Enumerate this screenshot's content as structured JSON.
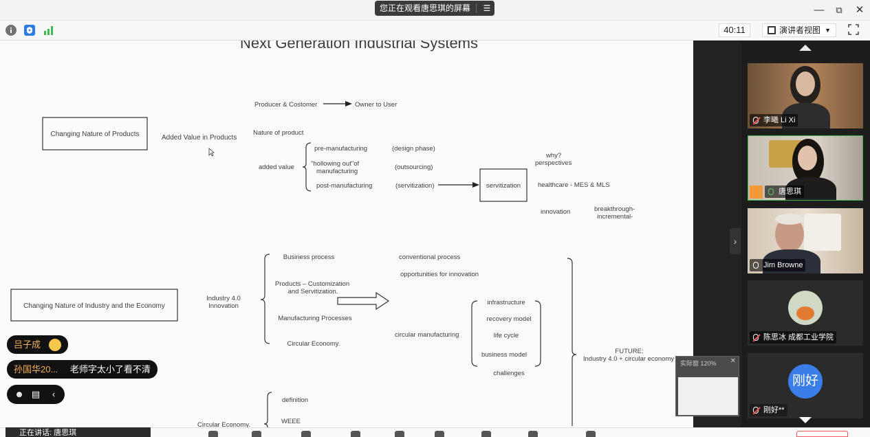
{
  "titlebar": {
    "share_banner": "您正在观看唐思琪的屏幕",
    "menu_icon": "menu-lines-icon",
    "minimize": "—",
    "restore": "⧉",
    "close": "✕"
  },
  "toolbar": {
    "timer": "40:11",
    "view_mode": "演讲者视图",
    "colors": {
      "info": "#707070",
      "shield": "#2f7be5",
      "signal": "#3dbb4e"
    }
  },
  "slide": {
    "title": "Next Generation Industrial Systems",
    "products_box": "Changing Nature of Products",
    "added_value_products": "Added Value in Products",
    "producer_customer": "Producer & Costomer",
    "owner_to_user": "Owner to User",
    "nature_of_product": "Nature of product",
    "added_value": "added value",
    "pre_manufacturing": "pre-manufacturing",
    "hollowing_out_1": "\"hollowing out\"of",
    "hollowing_out_2": "manufacturing",
    "post_manufacturing": "post-manufacturing",
    "design_phase": "(design phase)",
    "outsourcing": "(outsourcing)",
    "servitization_paren": "(servitization)",
    "servitization_box": "servitization",
    "why": "why?",
    "perspectives": "perspectives",
    "healthcare": "healthcare - MES & MLS",
    "innovation": "innovation",
    "breakthrough": "breakthrough-",
    "incremental": "incremental-",
    "industry_box": "Changing Nature of Industry and the Economy",
    "industry40": "Industry 4.0",
    "innovation2": "Innovation",
    "business_process": "Business process",
    "products_custom_1": "Products – Customization",
    "products_custom_2": "and Servitization.",
    "manufacturing_processes": "Manufacturing Processes",
    "circular_economy": "Circular Economy.",
    "conventional_process": "conventional process",
    "opportunities": "opportunities for innovation",
    "circular_manufacturing": "circular manufacturing",
    "infrastructure": "infrastructure",
    "recovery_model": "recovery model",
    "life_cycle": "life cycle",
    "business_model": "business model",
    "challenges": "challenges",
    "future_1": "FUTURE:",
    "future_2": "Industry 4.0 + circular economy",
    "circular_economy2": "Circular Economy.",
    "definition": "definition",
    "weee": "WEEE"
  },
  "gallery": {
    "participants": [
      {
        "name": "李曦 Li Xi",
        "mic": "mic-muted-icon"
      },
      {
        "name": "唐思琪",
        "mic": "mic-icon"
      },
      {
        "name": "Jim Browne",
        "mic": "mic-icon"
      },
      {
        "name": "陈思冰 成都工业学院",
        "mic": "mic-muted-icon"
      },
      {
        "name": "刚好**",
        "mic": "mic-muted-icon"
      }
    ],
    "avatar_text": "刚好"
  },
  "chat": {
    "msg1_user": "吕子成",
    "msg2_user": "孙国华20...",
    "msg2_text": "老师字太小了看不清"
  },
  "preview": {
    "title": "实际窗 120%",
    "close": "✕"
  },
  "bottom": {
    "speaker": "正在讲话: 唐思琪"
  }
}
